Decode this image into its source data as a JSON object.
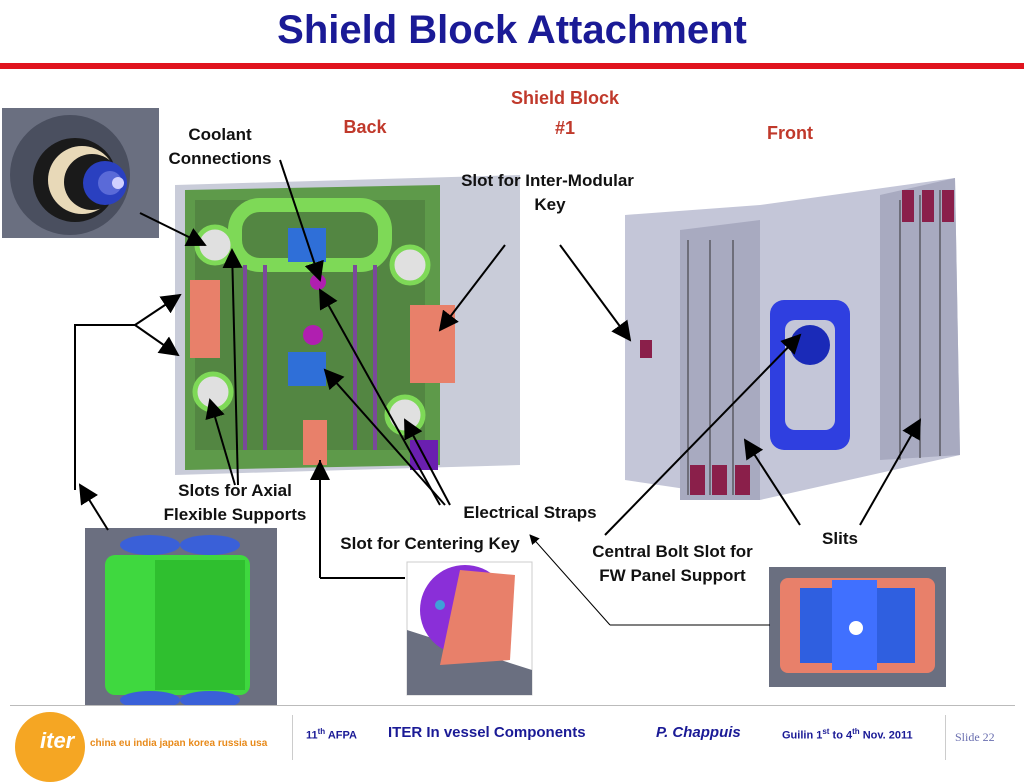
{
  "slide": {
    "title": "Shield Block Attachment",
    "slide_number": "Slide 22"
  },
  "labels": {
    "shield_block": "Shield Block",
    "shield_block_num": "#1",
    "back": "Back",
    "front": "Front",
    "coolant_1": "Coolant",
    "coolant_2": "Connections",
    "slot_im_1": "Slot for Inter-Modular",
    "slot_im_2": "Key",
    "slots_axial_1": "Slots for Axial",
    "slots_axial_2": "Flexible Supports",
    "electrical_straps": "Electrical Straps",
    "slot_centering": "Slot for Centering Key",
    "central_bolt_1": "Central Bolt Slot for",
    "central_bolt_2": "FW Panel Support",
    "slits": "Slits"
  },
  "footer": {
    "conf_num": "11",
    "conf_sup": "th",
    "conf_name": "AFPA",
    "topic": "ITER  In vessel Components",
    "author": "P. Chappuis",
    "loc_a": "Guilin 1",
    "loc_sup1": "st",
    "loc_b": " to 4",
    "loc_sup2": "th",
    "loc_c": " Nov. 2011",
    "logo": "iter",
    "countries": "china eu india japan korea russia usa"
  },
  "colors": {
    "title": "#1a1a96",
    "rule": "#e0141e",
    "label_red": "#c0392b"
  }
}
